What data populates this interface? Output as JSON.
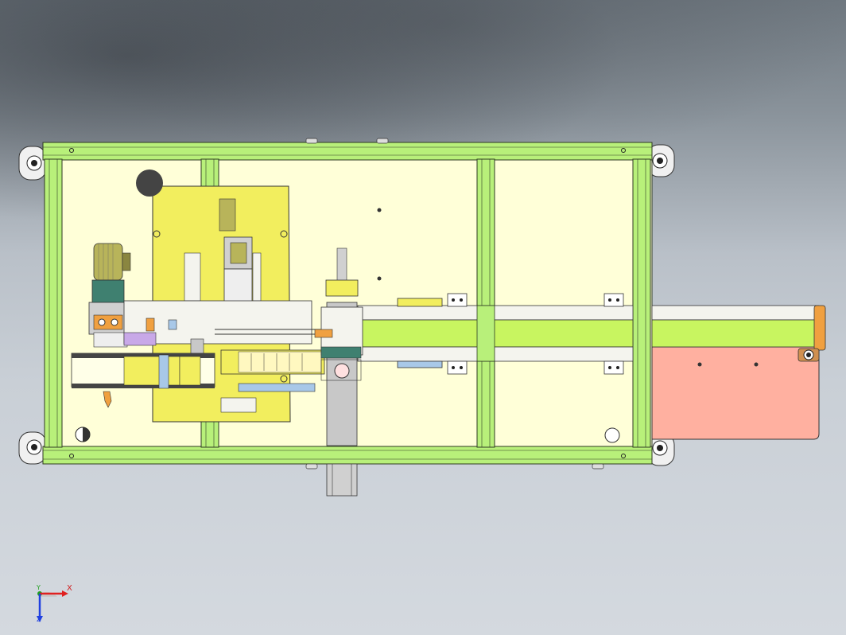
{
  "viewport": {
    "background_top": "#6f7880",
    "background_bottom": "#d4d9df"
  },
  "colors": {
    "frame_green": "#b8f07a",
    "frame_stroke": "#2e3a22",
    "inner_panel": "#ffffd8",
    "yellow_plate": "#f2ee5e",
    "belt_green": "#c8f560",
    "belt_white": "#f4f4ee",
    "salmon_plate": "#ffb0a0",
    "motor_olive": "#b8b45a",
    "motor_teal": "#3f8070",
    "grey_part": "#c8c8c8",
    "blue_part": "#a8c8e8",
    "orange_part": "#f0a040",
    "purple_part": "#c8a8e8",
    "dark_circle": "#444444"
  },
  "axes_triad": {
    "x_label": "X",
    "y_label": "Y",
    "z_label": "Z",
    "x_color": "#e02020",
    "y_color": "#20a020",
    "z_color": "#2040e0"
  }
}
